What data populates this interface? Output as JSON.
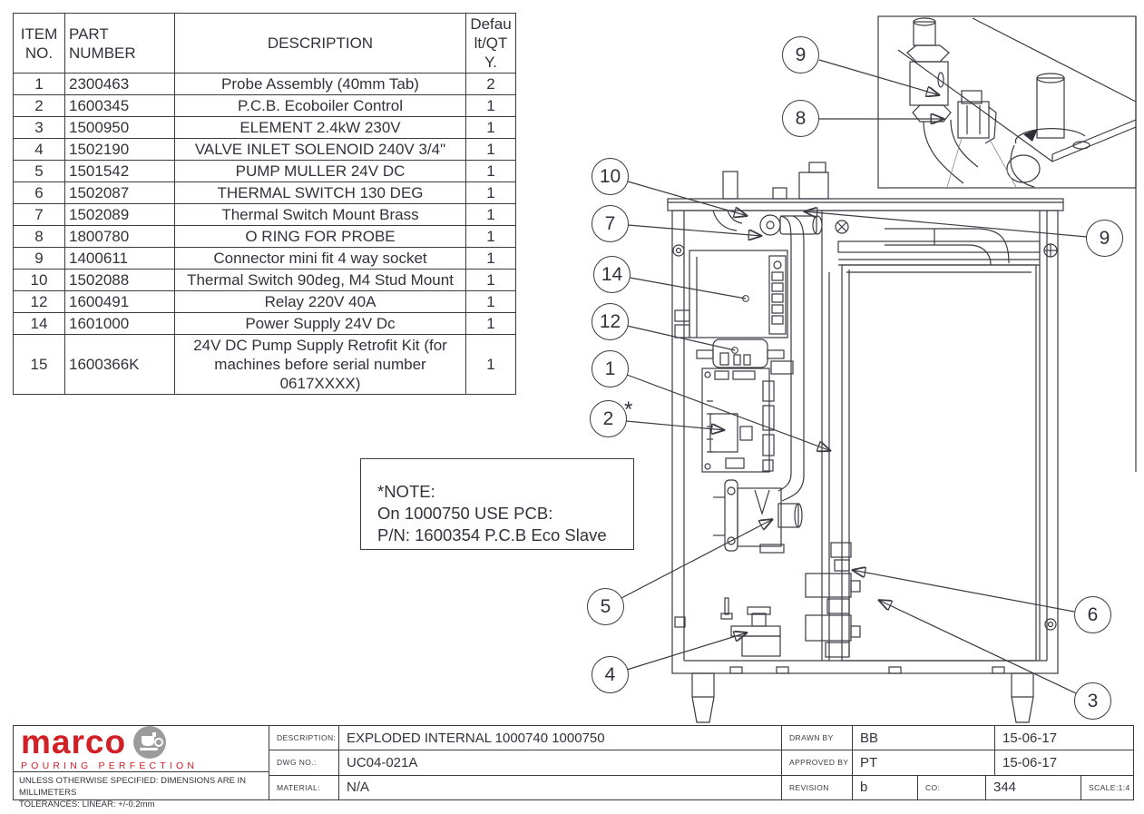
{
  "parts_table": {
    "headers": [
      "ITEM NO.",
      "PART NUMBER",
      "DESCRIPTION",
      "Default/QTY."
    ],
    "rows": [
      {
        "item": "1",
        "part": "2300463",
        "desc": "Probe Assembly (40mm Tab)",
        "qty": "2"
      },
      {
        "item": "2",
        "part": "1600345",
        "desc": "P.C.B. Ecoboiler Control",
        "qty": "1"
      },
      {
        "item": "3",
        "part": "1500950",
        "desc": "ELEMENT 2.4kW 230V",
        "qty": "1"
      },
      {
        "item": "4",
        "part": "1502190",
        "desc": "VALVE INLET SOLENOID 240V 3/4\"",
        "qty": "1"
      },
      {
        "item": "5",
        "part": "1501542",
        "desc": "PUMP MULLER 24V DC",
        "qty": "1"
      },
      {
        "item": "6",
        "part": "1502087",
        "desc": "THERMAL SWITCH 130 DEG",
        "qty": "1"
      },
      {
        "item": "7",
        "part": "1502089",
        "desc": "Thermal Switch Mount Brass",
        "qty": "1"
      },
      {
        "item": "8",
        "part": "1800780",
        "desc": "O RING FOR PROBE",
        "qty": "1"
      },
      {
        "item": "9",
        "part": "1400611",
        "desc": "Connector mini fit 4 way socket",
        "qty": "1"
      },
      {
        "item": "10",
        "part": "1502088",
        "desc": "Thermal Switch 90deg, M4 Stud Mount",
        "qty": "1"
      },
      {
        "item": "12",
        "part": "1600491",
        "desc": "Relay 220V 40A",
        "qty": "1"
      },
      {
        "item": "14",
        "part": "1601000",
        "desc": "Power Supply 24V Dc",
        "qty": "1"
      },
      {
        "item": "15",
        "part": "1600366K",
        "desc": "24V DC Pump Supply Retrofit Kit (for machines before serial number 0617XXXX)",
        "qty": "1"
      }
    ]
  },
  "note": {
    "line1": "*NOTE:",
    "line2": "On 1000750 USE PCB:",
    "line3": "P/N: 1600354 P.C.B Eco Slave"
  },
  "callouts": {
    "b10": "10",
    "b7": "7",
    "b14": "14",
    "b12": "12",
    "b1": "1",
    "b2": "2",
    "b2_star": "*",
    "b5": "5",
    "b4": "4",
    "b9_inset": "9",
    "b8": "8",
    "b9_right": "9",
    "b6": "6",
    "b3": "3"
  },
  "title_block": {
    "logo_text": "marco",
    "logo_tagline": "POURING PERFECTION",
    "tolerance_line1": "UNLESS OTHERWISE SPECIFIED: DIMENSIONS ARE IN MILLIMETERS",
    "tolerance_line2": "TOLERANCES: LINEAR: +/-0.2mm",
    "description_label": "DESCRIPTION:",
    "description_value": "EXPLODED INTERNAL 1000740 1000750",
    "dwg_label": "DWG NO.:",
    "dwg_value": "UC04-021A",
    "material_label": "MATERIAL:",
    "material_value": "N/A",
    "drawn_by_label": "DRAWN BY",
    "drawn_by_value": "BB",
    "drawn_date": "15-06-17",
    "approved_by_label": "APPROVED BY",
    "approved_by_value": "PT",
    "approved_date": "15-06-17",
    "revision_label": "REVISION",
    "revision_value": "b",
    "co_label": "CO:",
    "co_value": "344",
    "scale_label": "SCALE:1:4"
  },
  "colors": {
    "brand_red": "#d22027",
    "logo_grey": "#9b9b9b",
    "line": "#3a3a42"
  }
}
